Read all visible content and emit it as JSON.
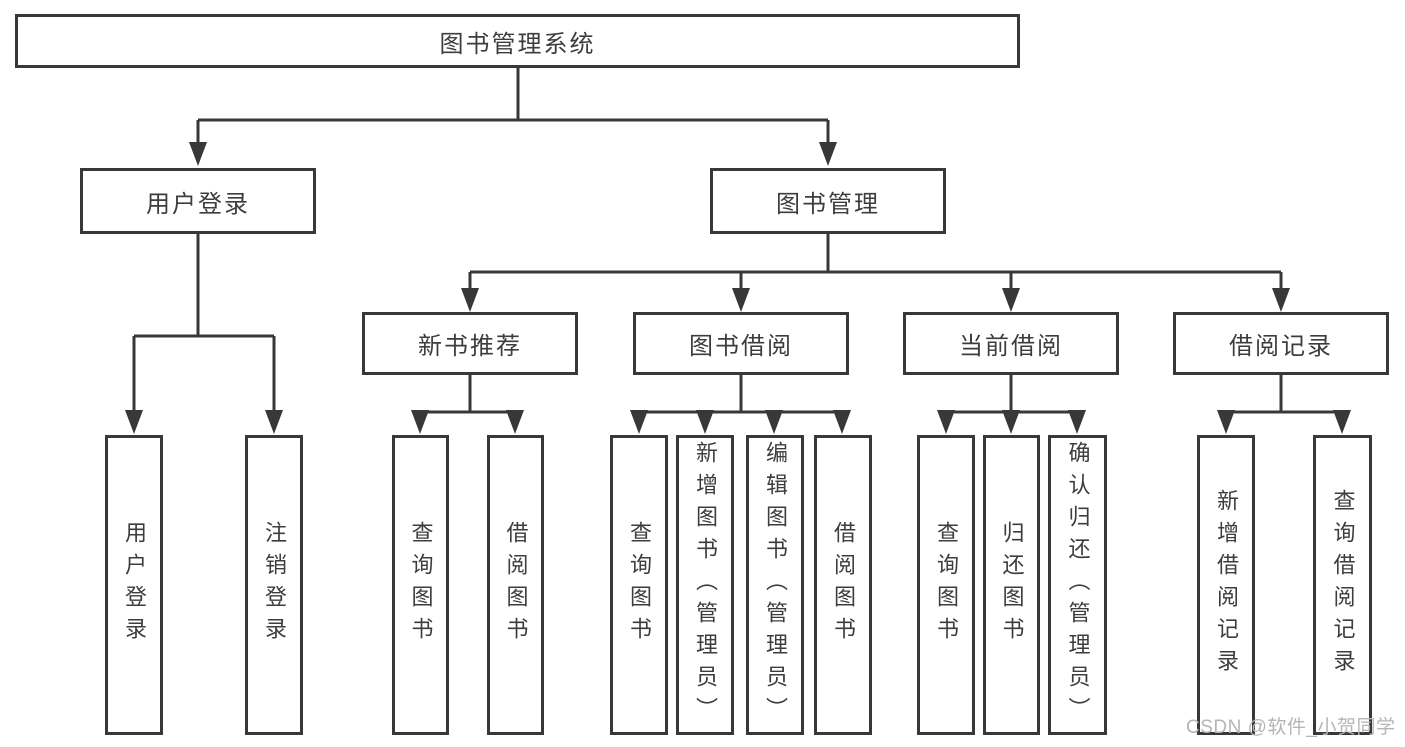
{
  "diagram": {
    "type": "tree",
    "root": {
      "label": "图书管理系统"
    },
    "branches": {
      "login": {
        "label": "用户登录",
        "children": [
          {
            "label": "用户登录"
          },
          {
            "label": "注销登录"
          }
        ]
      },
      "management": {
        "label": "图书管理",
        "sections": {
          "new_books": {
            "label": "新书推荐",
            "children": [
              {
                "label": "查询图书"
              },
              {
                "label": "借阅图书"
              }
            ]
          },
          "borrowing": {
            "label": "图书借阅",
            "children": [
              {
                "label": "查询图书"
              },
              {
                "label": "新增图书（管理员）"
              },
              {
                "label": "编辑图书（管理员）"
              },
              {
                "label": "借阅图书"
              }
            ]
          },
          "current": {
            "label": "当前借阅",
            "children": [
              {
                "label": "查询图书"
              },
              {
                "label": "归还图书"
              },
              {
                "label": "确认归还（管理员）"
              }
            ]
          },
          "records": {
            "label": "借阅记录",
            "children": [
              {
                "label": "新增借阅记录"
              },
              {
                "label": "查询借阅记录"
              }
            ]
          }
        }
      }
    },
    "colors": {
      "line": "#383838",
      "text": "#3d3d3d",
      "box_background": "#ffffff",
      "watermark": "#b5b5b5"
    }
  },
  "watermark": {
    "text": "CSDN @软件_小贺同学"
  }
}
